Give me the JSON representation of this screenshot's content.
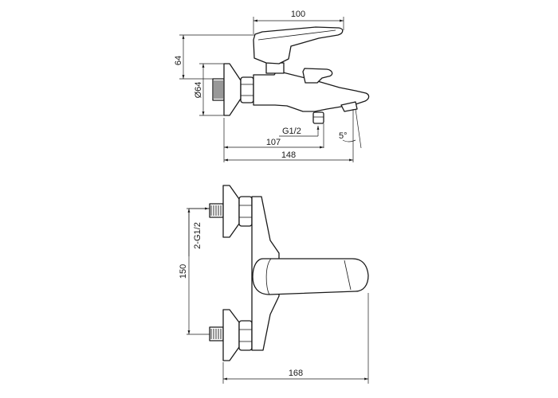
{
  "side_view": {
    "dimensions": {
      "top_width": "100",
      "height": "64",
      "rosette_diameter": "Ø64",
      "thread": "G1/2",
      "outlet_distance": "107",
      "overall_length": "148",
      "spout_angle": "5°"
    }
  },
  "front_view": {
    "dimensions": {
      "connections": "2-G1/2",
      "center_distance": "150",
      "overall_length": "168"
    }
  },
  "colors": {
    "line": "#1a1a1a",
    "background": "#ffffff"
  }
}
